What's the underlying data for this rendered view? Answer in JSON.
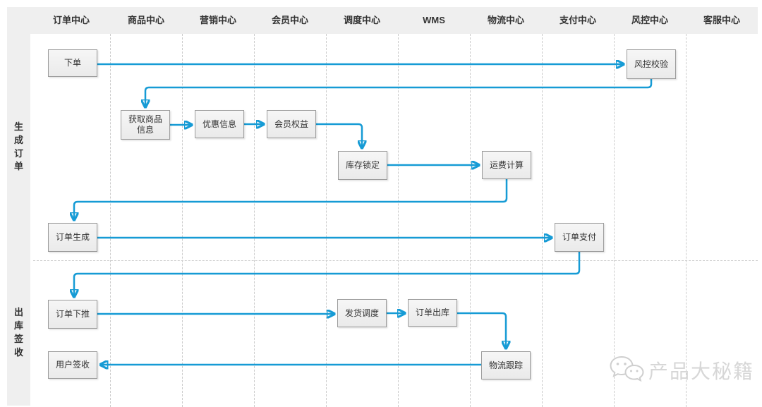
{
  "columns": [
    "订单中心",
    "商品中心",
    "营销中心",
    "会员中心",
    "调度中心",
    "WMS",
    "物流中心",
    "支付中心",
    "风控中心",
    "客服中心"
  ],
  "rows": [
    "生成订单",
    "出库签收"
  ],
  "nodes": [
    {
      "id": "place-order",
      "label": "下单",
      "column": "订单中心",
      "row": "生成订单"
    },
    {
      "id": "risk-check",
      "label": "风控校验",
      "column": "风控中心",
      "row": "生成订单"
    },
    {
      "id": "get-product-info",
      "label": "获取商品\n信息",
      "column": "商品中心",
      "row": "生成订单"
    },
    {
      "id": "discount-info",
      "label": "优惠信息",
      "column": "营销中心",
      "row": "生成订单"
    },
    {
      "id": "member-benefits",
      "label": "会员权益",
      "column": "会员中心",
      "row": "生成订单"
    },
    {
      "id": "inventory-lock",
      "label": "库存锁定",
      "column": "调度中心",
      "row": "生成订单"
    },
    {
      "id": "freight-calc",
      "label": "运费计算",
      "column": "物流中心",
      "row": "生成订单"
    },
    {
      "id": "order-generate",
      "label": "订单生成",
      "column": "订单中心",
      "row": "生成订单"
    },
    {
      "id": "order-pay",
      "label": "订单支付",
      "column": "支付中心",
      "row": "生成订单"
    },
    {
      "id": "order-push",
      "label": "订单下推",
      "column": "订单中心",
      "row": "出库签收"
    },
    {
      "id": "ship-dispatch",
      "label": "发货调度",
      "column": "调度中心",
      "row": "出库签收"
    },
    {
      "id": "order-outbound",
      "label": "订单出库",
      "column": "WMS",
      "row": "出库签收"
    },
    {
      "id": "logistics-track",
      "label": "物流跟踪",
      "column": "物流中心",
      "row": "出库签收"
    },
    {
      "id": "user-sign",
      "label": "用户签收",
      "column": "订单中心",
      "row": "出库签收"
    }
  ],
  "edges": [
    {
      "from": "下单",
      "to": "风控校验"
    },
    {
      "from": "风控校验",
      "to": "获取商品信息"
    },
    {
      "from": "获取商品信息",
      "to": "优惠信息"
    },
    {
      "from": "优惠信息",
      "to": "会员权益"
    },
    {
      "from": "会员权益",
      "to": "库存锁定"
    },
    {
      "from": "库存锁定",
      "to": "运费计算"
    },
    {
      "from": "运费计算",
      "to": "订单生成"
    },
    {
      "from": "订单生成",
      "to": "订单支付"
    },
    {
      "from": "订单支付",
      "to": "订单下推"
    },
    {
      "from": "订单下推",
      "to": "发货调度"
    },
    {
      "from": "发货调度",
      "to": "订单出库"
    },
    {
      "from": "订单出库",
      "to": "物流跟踪"
    },
    {
      "from": "物流跟踪",
      "to": "用户签收"
    }
  ],
  "watermark": {
    "icon": "wechat-icon",
    "text": "产品大秘籍"
  },
  "colors": {
    "arrow": "#169bd5",
    "node_fill": "#efefef",
    "node_border": "#9b9b9b",
    "lane_bg": "#efefef",
    "grid_line": "#cccccc",
    "text": "#333333"
  }
}
